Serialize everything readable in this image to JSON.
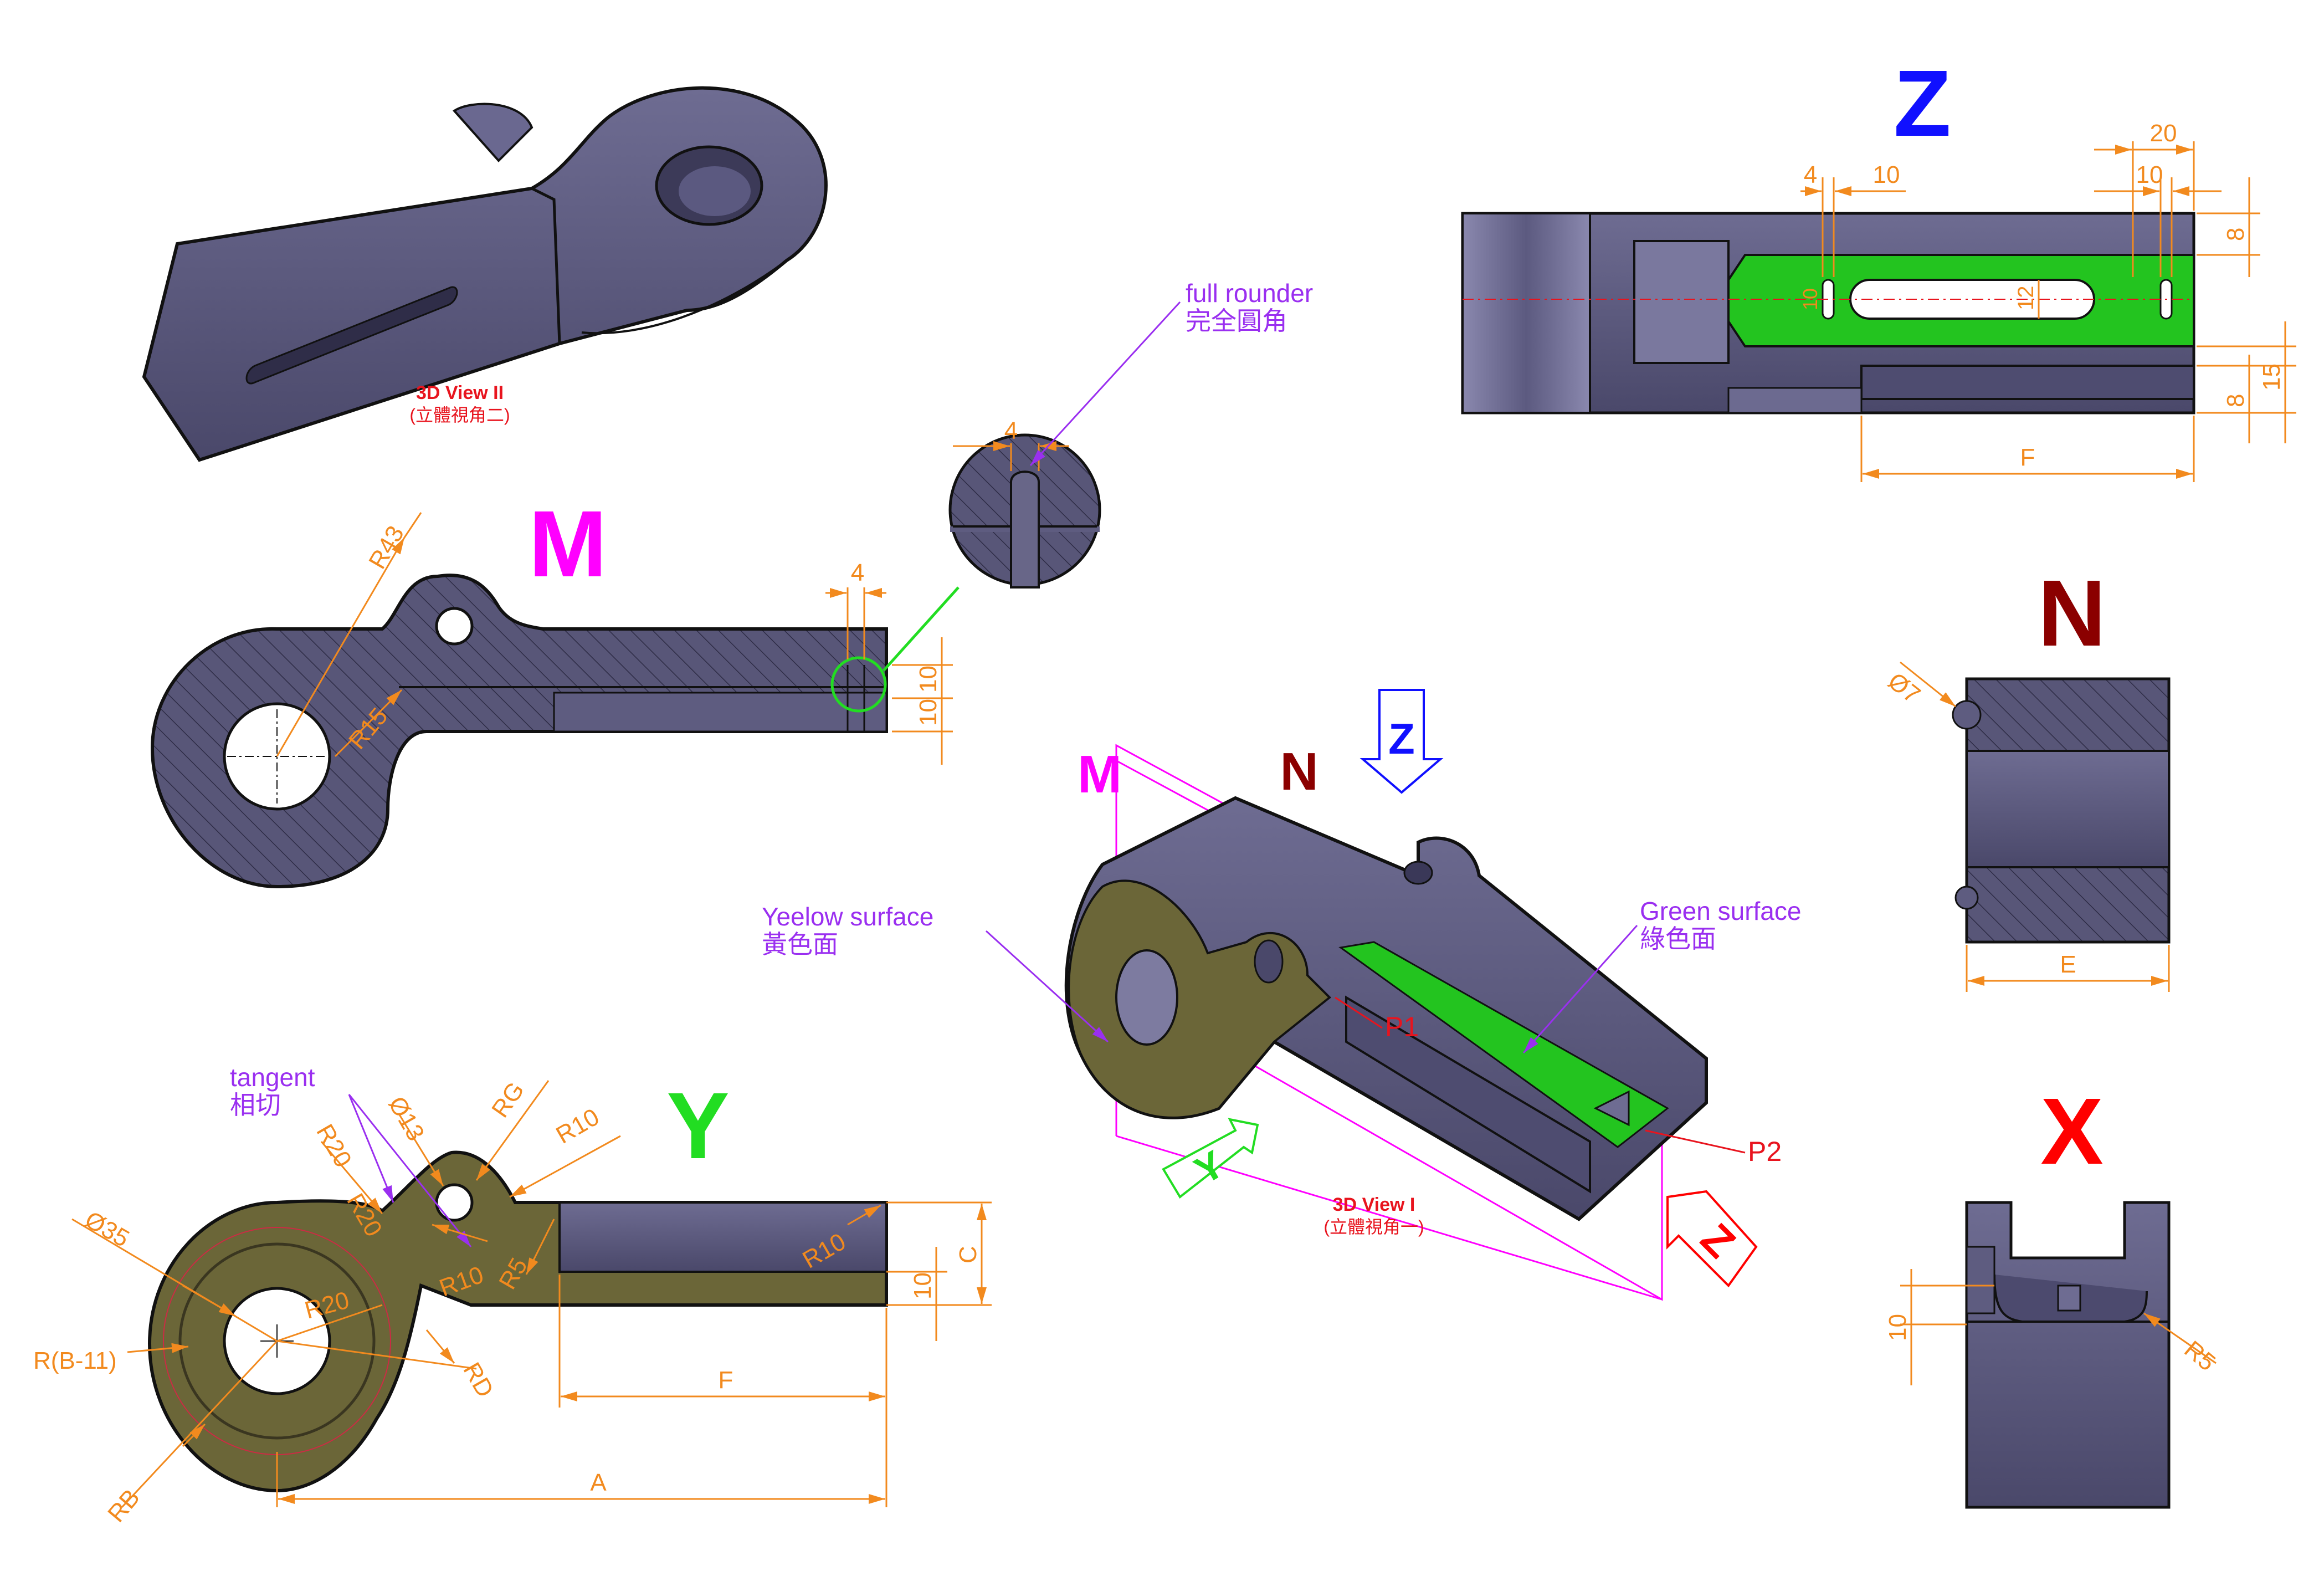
{
  "views": {
    "m": "M",
    "n": "N",
    "x": "X",
    "y": "Y",
    "z": "Z"
  },
  "view_colors": {
    "m": "#ff00ff",
    "n": "#8b0000",
    "x": "#ff0000",
    "y": "#22dd22",
    "z": "#1010ff"
  },
  "iso_markers": {
    "m": "M",
    "n": "N",
    "z": "Z",
    "y": "Y",
    "z_red": "Z"
  },
  "captions": {
    "view2_title": "3D View II",
    "view2_sub": "(立體視角二)",
    "view1_title": "3D View I",
    "view1_sub": "(立體視角一)"
  },
  "notes": {
    "full_rounder_en": "full rounder",
    "full_rounder_zh": "完全圓角",
    "yellow_en": "Yeelow surface",
    "yellow_zh": "黃色面",
    "green_en": "Green surface",
    "green_zh": "綠色面",
    "tangent_en": "tangent",
    "tangent_zh": "相切"
  },
  "points": {
    "p1": "P1",
    "p2": "P2"
  },
  "dims": {
    "m_r43": "R43",
    "m_r15": "R15",
    "m_4": "4",
    "m_10a": "10",
    "m_10b": "10",
    "detail_4": "4",
    "z_4": "4",
    "z_10a": "10",
    "z_20": "20",
    "z_10b": "10",
    "z_8a": "8",
    "z_10c": "10",
    "z_12": "12",
    "z_8b": "8",
    "z_15": "15",
    "z_f": "F",
    "n_d7": "Ø7",
    "n_e": "E",
    "x_10": "10",
    "x_r5": "R5",
    "y_d13": "Ø13",
    "y_rg": "RG",
    "y_r10a": "R10",
    "y_r20a": "R20",
    "y_r20b": "R20",
    "y_r10b": "R10",
    "y_r5": "R5",
    "y_r10c": "R10",
    "y_d35": "Ø35",
    "y_r20c": "R20",
    "y_rb11": "R(B-11)",
    "y_rd": "RD",
    "y_rb": "RB",
    "y_10": "10",
    "y_c": "C",
    "y_f": "F",
    "y_a": "A"
  },
  "colors": {
    "part_body": "#565478",
    "part_highlight": "#7d7ba0",
    "part_dark": "#3a3858",
    "section_hatch": "#4c4a6e",
    "yellow_surface": "#6b6638",
    "green_surface": "#23c41f",
    "dimension": "#f28a1e",
    "note_purple": "#9a2ff0",
    "point_red": "#e8141e",
    "leader_green": "#22dd22"
  }
}
